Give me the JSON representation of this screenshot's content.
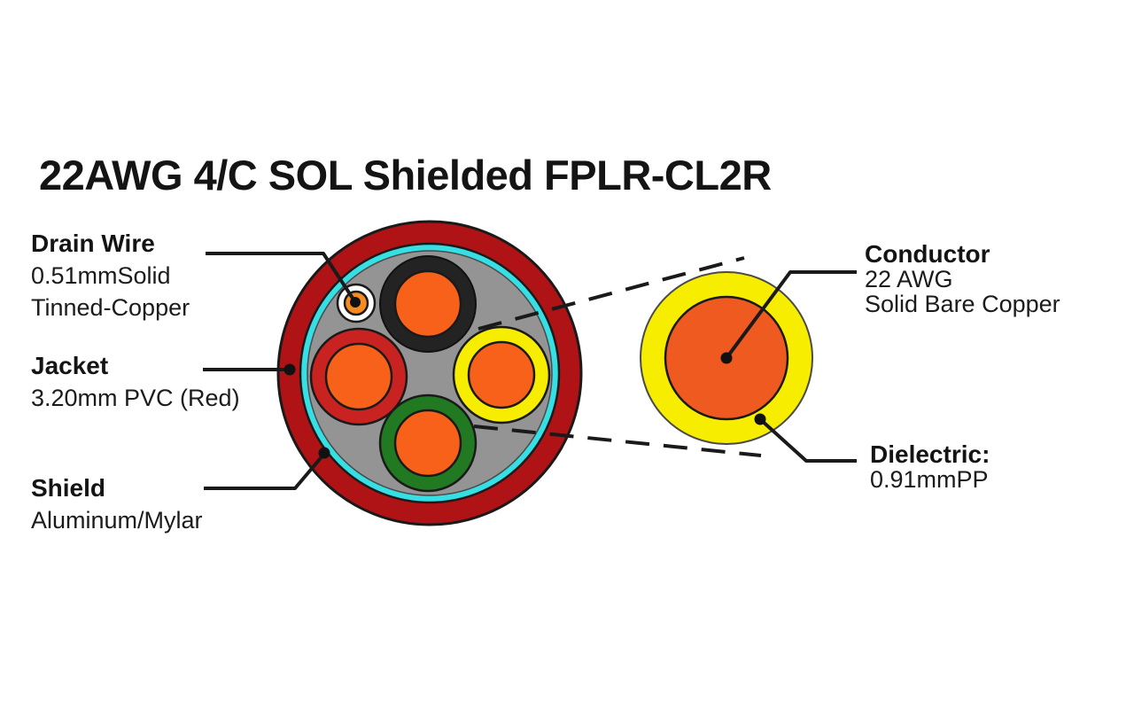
{
  "title": "22AWG 4/C SOL Shielded FPLR-CL2R",
  "callouts": {
    "drain_wire": {
      "heading": "Drain Wire",
      "detail1": "0.51mmSolid",
      "detail2": "Tinned-Copper"
    },
    "jacket": {
      "heading": "Jacket",
      "detail1": "3.20mm PVC (Red)"
    },
    "shield": {
      "heading": "Shield",
      "detail1": "Aluminum/Mylar"
    },
    "conductor": {
      "heading": "Conductor",
      "detail1": "22 AWG",
      "detail2": "Solid Bare Copper"
    },
    "dielectric": {
      "heading": "Dielectric:",
      "detail1": "0.91mmPP"
    }
  },
  "colors": {
    "jacket_red": "#AF1316",
    "shield_cyan": "#35DFE4",
    "filler_gray": "#949494",
    "insulation_black": "#232323",
    "insulation_red": "#C82320",
    "insulation_yellow": "#F7ED00",
    "insulation_green": "#217A21",
    "conductor_orange": "#F8611A",
    "drain_tin_white": "#FFFFFF",
    "drain_orange": "#F68C1F",
    "zoom_dielectric_yellow": "#F7ED00",
    "zoom_conductor_orange": "#EE5A1F",
    "line_black": "#1A1A1A"
  }
}
